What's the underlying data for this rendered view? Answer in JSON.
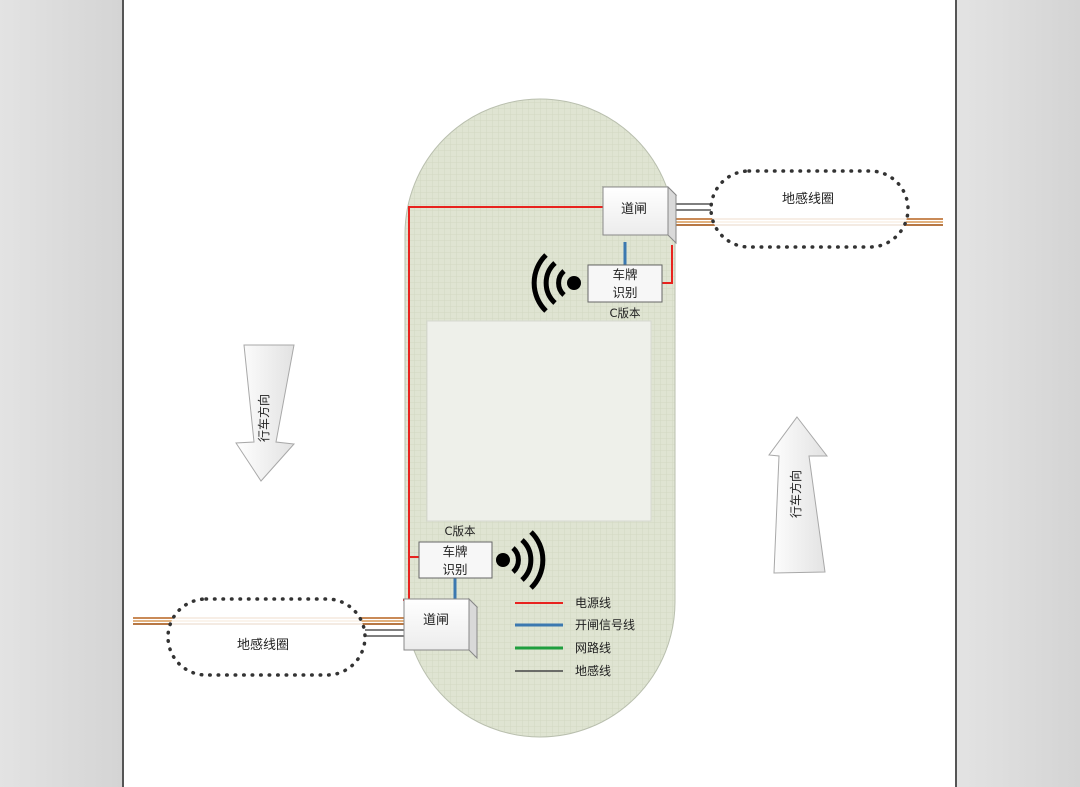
{
  "gate_top": {
    "label": "道闸"
  },
  "gate_bottom": {
    "label": "道闸"
  },
  "plate_top": {
    "line1": "车牌",
    "line2": "识别",
    "version": "C版本"
  },
  "plate_bottom": {
    "line1": "车牌",
    "line2": "识别",
    "version": "C版本"
  },
  "loop_top": {
    "label": "地感线圈"
  },
  "loop_bottom": {
    "label": "地感线圈"
  },
  "arrow_left": {
    "label": "行车方向"
  },
  "arrow_right": {
    "label": "行车方向"
  },
  "legend": {
    "items": [
      {
        "label": "电源线",
        "color": "#e8231f"
      },
      {
        "label": "开闸信号线",
        "color": "#3b78b0"
      },
      {
        "label": "网路线",
        "color": "#1f9e3e"
      },
      {
        "label": "地感线",
        "color": "#444444"
      }
    ]
  },
  "colors": {
    "power": "#e8231f",
    "signal": "#3b78b0",
    "network": "#1f9e3e",
    "loop": "#444444",
    "island": "#dfe4d2",
    "wall": "#dcdcdc"
  },
  "icons": {
    "wifi_top": "wifi-signal-icon",
    "wifi_bottom": "wifi-signal-icon"
  }
}
